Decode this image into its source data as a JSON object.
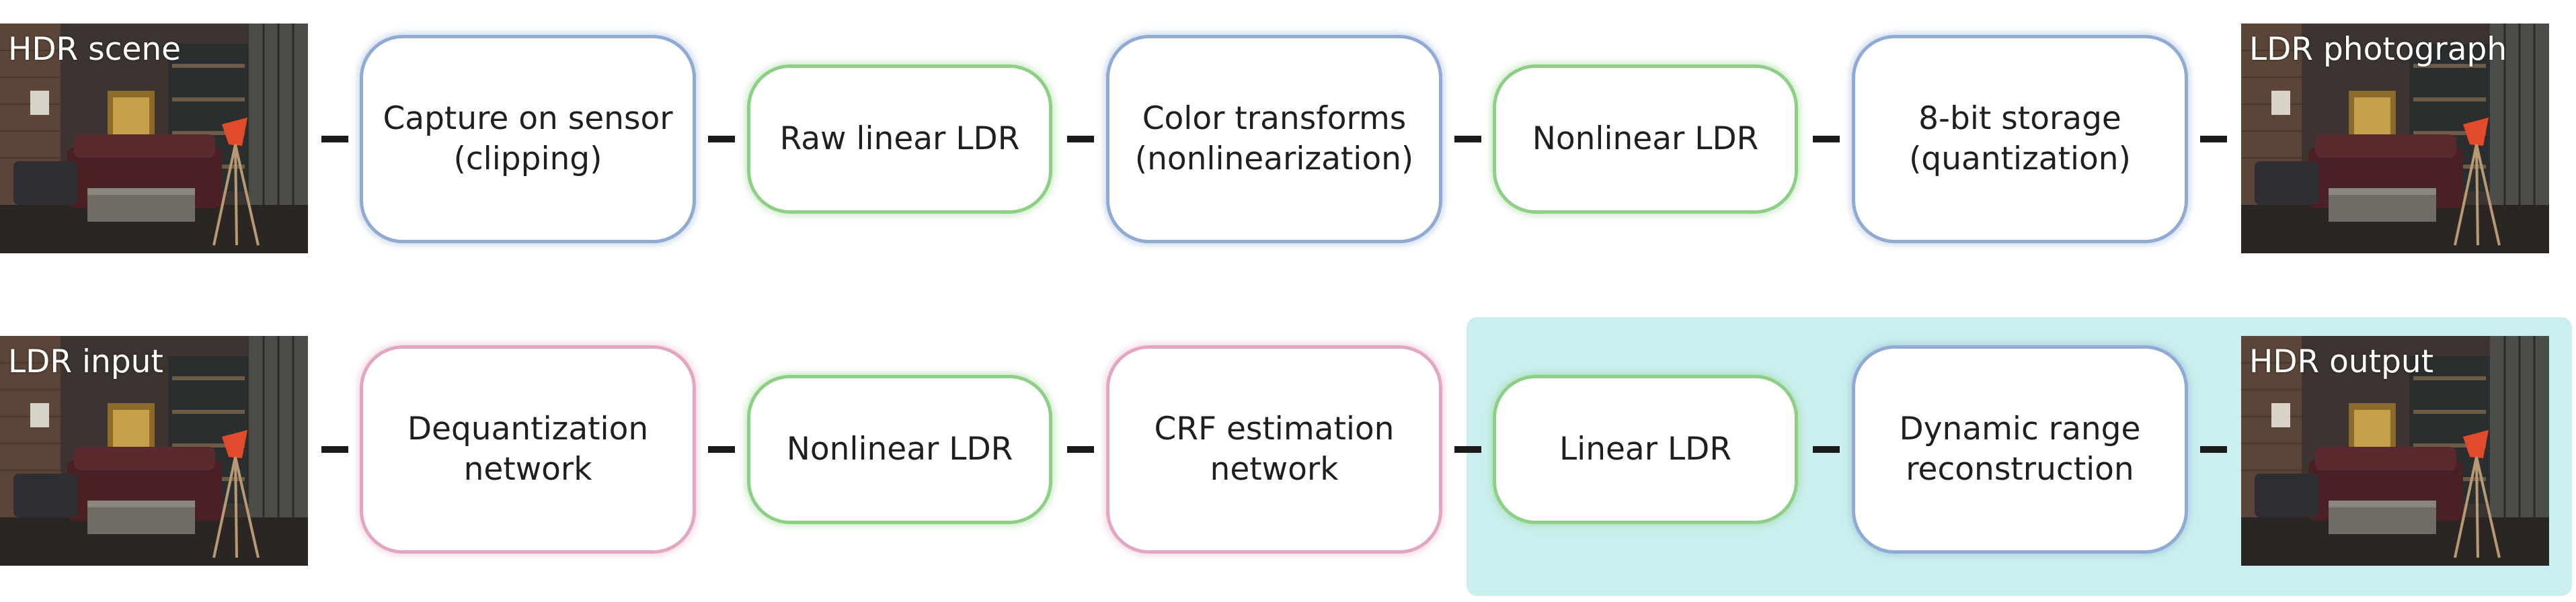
{
  "colors": {
    "process_border": "#8fabd3",
    "data_border": "#8ecf86",
    "network_border": "#e3a6c2",
    "highlight_fill": "#cbefee"
  },
  "top_row": {
    "input_photo_label": "HDR scene",
    "steps": [
      "Capture on sensor\n(clipping)",
      "Raw linear LDR",
      "Color transforms\n(nonlinearization)",
      "Nonlinear LDR",
      "8-bit storage\n(quantization)"
    ],
    "output_photo_label": "LDR photograph"
  },
  "bottom_row": {
    "input_photo_label": "LDR input",
    "steps": [
      "Dequantization\nnetwork",
      "Nonlinear LDR",
      "CRF estimation\nnetwork",
      "Linear LDR",
      "Dynamic range\nreconstruction"
    ],
    "output_photo_label": "HDR output"
  }
}
